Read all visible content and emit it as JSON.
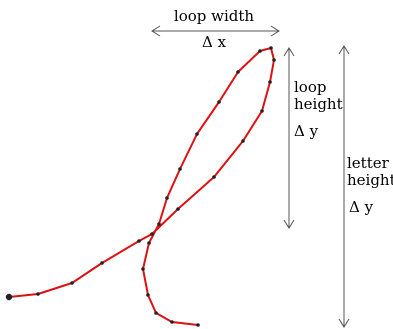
{
  "labels": {
    "loop_width": "loop width",
    "loop_width_symbol": "Δ x",
    "loop_height_line1": "loop",
    "loop_height_line2": "height",
    "loop_height_symbol": "Δ y",
    "letter_height_line1": "letter",
    "letter_height_line2": "height",
    "letter_height_symbol": "Δ y"
  },
  "colors": {
    "stroke": "#dd1111",
    "point": "#222222",
    "arrow": "#555555",
    "text": "#000000"
  }
}
